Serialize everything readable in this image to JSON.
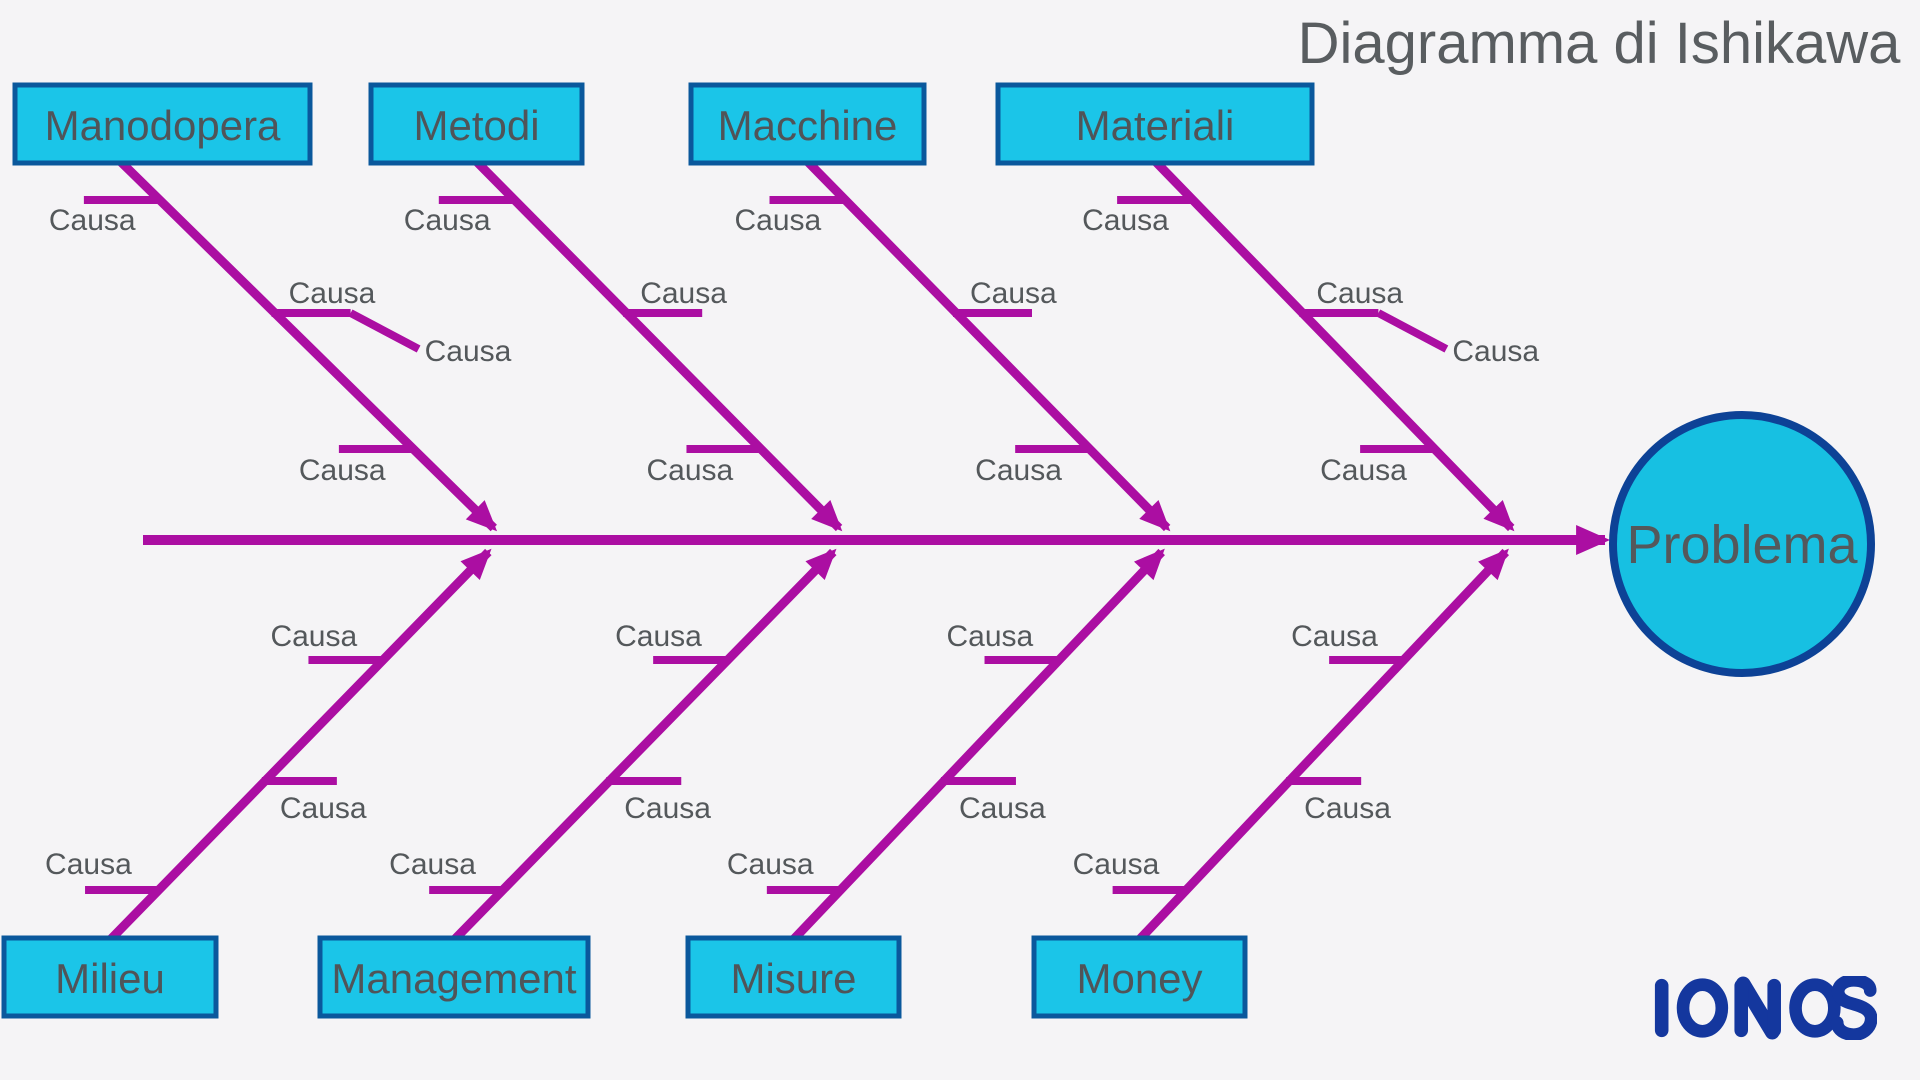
{
  "title": "Diagramma di Ishikawa",
  "problem": {
    "label": "Problema"
  },
  "logo": {
    "label": "IONOS"
  },
  "cause_generic_label": "Causa",
  "colors": {
    "background": "#F5F4F6",
    "line_magenta": "#AB0EA2",
    "box_fill": "#1BC5E8",
    "box_border": "#0A589C",
    "circle_fill": "#17C0E2",
    "circle_border": "#0D4296",
    "text_gray": "#54585B",
    "title_gray": "#595D60",
    "logo_navy": "#14379E"
  },
  "branches": {
    "top": [
      {
        "name": "Manodopera",
        "causes": [
          "Causa",
          "Causa",
          "Causa"
        ],
        "sub_cause": "Causa"
      },
      {
        "name": "Metodi",
        "causes": [
          "Causa",
          "Causa",
          "Causa"
        ]
      },
      {
        "name": "Macchine",
        "causes": [
          "Causa",
          "Causa",
          "Causa"
        ]
      },
      {
        "name": "Materiali",
        "causes": [
          "Causa",
          "Causa",
          "Causa"
        ],
        "sub_cause": "Causa"
      }
    ],
    "bottom": [
      {
        "name": "Milieu",
        "causes": [
          "Causa",
          "Causa",
          "Causa"
        ]
      },
      {
        "name": "Management",
        "causes": [
          "Causa",
          "Causa",
          "Causa"
        ]
      },
      {
        "name": "Misure",
        "causes": [
          "Causa",
          "Causa",
          "Causa"
        ]
      },
      {
        "name": "Money",
        "causes": [
          "Causa",
          "Causa",
          "Causa"
        ]
      }
    ]
  }
}
